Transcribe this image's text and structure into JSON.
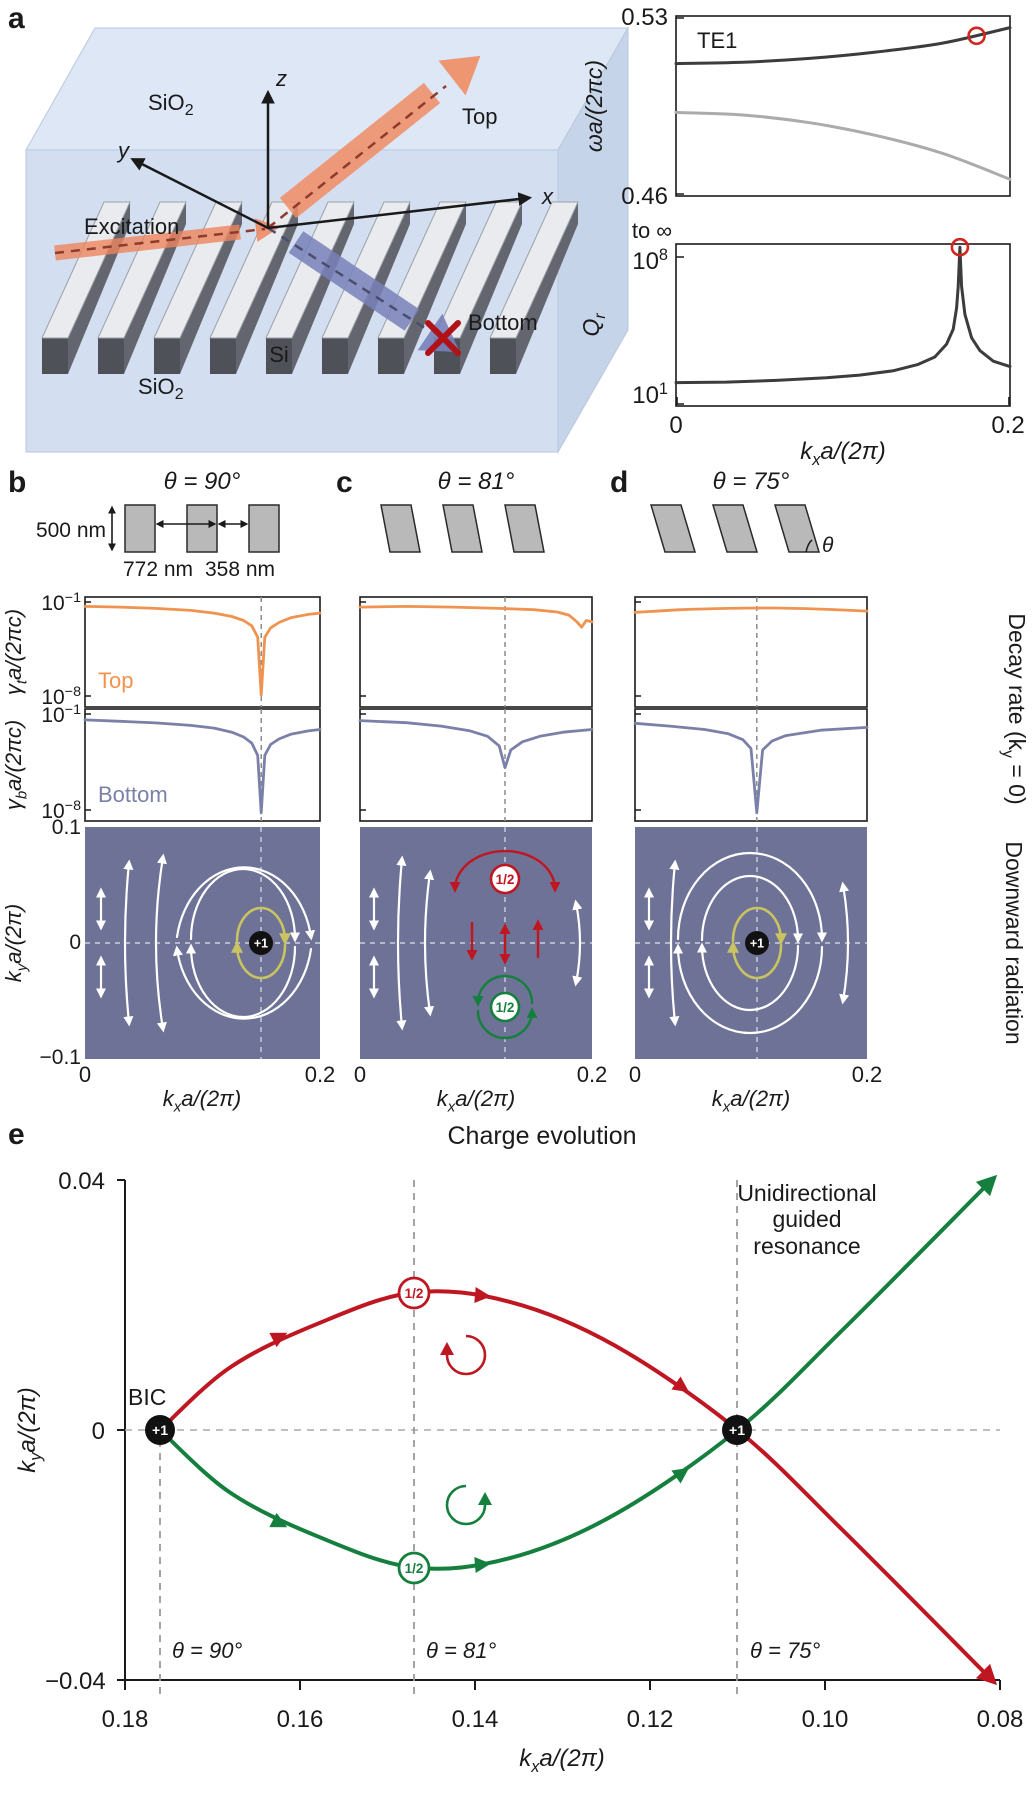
{
  "panel_labels": {
    "a": "a",
    "b": "b",
    "c": "c",
    "d": "d",
    "e": "e"
  },
  "schematic": {
    "sio2_base": "SiO",
    "sio2_sub": "2",
    "si": "Si",
    "excitation": "Excitation",
    "top_arrow": "Top",
    "bottom_arrow": "Bottom",
    "axis_x": "x",
    "axis_y": "y",
    "axis_z": "z"
  },
  "band_plot": {
    "mode_label": "TE1",
    "ylabel": "ωa/(2πc)",
    "ytick_top": "0.53",
    "ytick_bottom": "0.46"
  },
  "q_plot": {
    "to_infinity": "to ∞",
    "ytick_top_base": "10",
    "ytick_top_sup": "8",
    "ytick_bottom_base": "10",
    "ytick_bottom_sup": "1",
    "ylabel_base": "Q",
    "ylabel_sub": "r",
    "xtick_left": "0",
    "xtick_right": "0.2",
    "xlabel_base": "k",
    "xlabel_sub": "x",
    "xlabel_rest": "a/(2π)"
  },
  "columns": {
    "b": {
      "theta_title": "θ = 90°",
      "dim_height": "500 nm",
      "dim_period": "772 nm",
      "dim_width": "358 nm"
    },
    "c": {
      "theta_title": "θ = 81°"
    },
    "d": {
      "theta_title": "θ = 75°",
      "theta_symbol": "θ"
    }
  },
  "decay": {
    "ytick_top_base": "10",
    "ytick_top_sup": "−1",
    "ytick_bottom_base": "10",
    "ytick_bottom_sup": "−8",
    "ylabel_top_gamma": "γ",
    "ylabel_top_sub": "t",
    "ylabel_top_rest": "a/(2πc)",
    "ylabel_bottom_gamma": "γ",
    "ylabel_bottom_sub": "b",
    "ylabel_bottom_rest": "a/(2πc)",
    "top_curve_label": "Top",
    "bottom_curve_label": "Bottom",
    "right_label_p1": "Decay rate (k",
    "right_label_sub": "y",
    "right_label_p2": " = 0)"
  },
  "maps": {
    "ytick_top": "0.1",
    "ytick_mid": "0",
    "ytick_bottom": "−0.1",
    "ylabel_base": "k",
    "ylabel_sub": "y",
    "ylabel_rest": "a/(2π)",
    "xtick_left": "0",
    "xtick_right": "0.2",
    "xlabel_base": "k",
    "xlabel_sub": "x",
    "xlabel_rest": "a/(2π)",
    "right_label": "Downward radiation",
    "charge_plus": "+1",
    "charge_half": "1/2"
  },
  "evolution": {
    "title": "Charge evolution",
    "bic_label": "BIC",
    "ugr_lines": [
      "Unidirectional",
      "guided",
      "resonance"
    ],
    "theta_labels": [
      "θ = 90°",
      "θ = 81°",
      "θ = 75°"
    ],
    "xticks": [
      "0.18",
      "0.16",
      "0.14",
      "0.12",
      "0.10",
      "0.08"
    ],
    "yticks": [
      "0.04",
      "0",
      "−0.04"
    ],
    "xlabel_base": "k",
    "xlabel_sub": "x",
    "xlabel_rest": "a/(2π)",
    "ylabel_base": "k",
    "ylabel_sub": "y",
    "ylabel_rest": "a/(2π)",
    "charge_plus": "+1",
    "charge_half": "1/2"
  },
  "colors": {
    "orange": "#ef9350",
    "slate_blue": "#7b80a8",
    "red": "#bf1722",
    "green": "#157f3d",
    "map_bg": "#6e7296",
    "yellow": "#c9c45f",
    "dark_curve": "#3c3c3c",
    "gray_curve": "#ababab",
    "marker_red": "#d1251d"
  },
  "chart_data": [
    {
      "id": "band",
      "type": "line",
      "xlabel": "kxa/(2π)",
      "ylabel": "ωa/(2πc)",
      "xlim": [
        0,
        0.2
      ],
      "ylim": [
        0.46,
        0.53
      ],
      "series": [
        {
          "name": "TE1",
          "color": "#3c3c3c",
          "width": 3,
          "smooth": true,
          "points": [
            [
              0,
              0.5115
            ],
            [
              0.04,
              0.512
            ],
            [
              0.08,
              0.5135
            ],
            [
              0.12,
              0.516
            ],
            [
              0.16,
              0.5195
            ],
            [
              0.2,
              0.5255
            ]
          ]
        },
        {
          "name": "lower band",
          "color": "#ababab",
          "width": 3,
          "smooth": true,
          "points": [
            [
              0,
              0.4925
            ],
            [
              0.04,
              0.4915
            ],
            [
              0.08,
              0.4885
            ],
            [
              0.12,
              0.4835
            ],
            [
              0.16,
              0.4765
            ],
            [
              0.2,
              0.4665
            ]
          ]
        }
      ],
      "markers": [
        {
          "at": [
            0.18,
            0.5223
          ],
          "r": 8,
          "color": "#d1251d"
        }
      ]
    },
    {
      "id": "q",
      "type": "line",
      "ylabel": "Qr",
      "yscale": "log10-exponent",
      "xlim": [
        0,
        0.2
      ],
      "ylim": [
        1,
        8.6
      ],
      "series": [
        {
          "name": "Qr",
          "color": "#3c3c3c",
          "width": 3,
          "points": [
            [
              0,
              2.1
            ],
            [
              0.03,
              2.12
            ],
            [
              0.06,
              2.2
            ],
            [
              0.09,
              2.33
            ],
            [
              0.11,
              2.45
            ],
            [
              0.13,
              2.65
            ],
            [
              0.145,
              2.95
            ],
            [
              0.155,
              3.3
            ],
            [
              0.162,
              3.9
            ],
            [
              0.166,
              4.6
            ],
            [
              0.168,
              5.6
            ],
            [
              0.169,
              6.6
            ],
            [
              0.17,
              8.45
            ],
            [
              0.171,
              6.6
            ],
            [
              0.173,
              5.3
            ],
            [
              0.177,
              4.2
            ],
            [
              0.182,
              3.6
            ],
            [
              0.19,
              3.1
            ],
            [
              0.2,
              2.85
            ]
          ]
        }
      ],
      "markers": [
        {
          "at": [
            0.17,
            8.45
          ],
          "r": 8,
          "color": "#d1251d"
        }
      ]
    },
    {
      "id": "decay-b-top",
      "type": "line",
      "yscale": "log10-exponent",
      "xlim": [
        0,
        0.2
      ],
      "ylim": [
        -8.8,
        -0.6
      ],
      "vlines": [
        {
          "x": 0.15
        }
      ],
      "series": [
        {
          "name": "top decay θ=90",
          "color": "#ef9350",
          "width": 2.8,
          "points": [
            [
              0,
              -1.3
            ],
            [
              0.03,
              -1.35
            ],
            [
              0.06,
              -1.45
            ],
            [
              0.09,
              -1.6
            ],
            [
              0.11,
              -1.8
            ],
            [
              0.125,
              -2.05
            ],
            [
              0.135,
              -2.35
            ],
            [
              0.142,
              -2.75
            ],
            [
              0.147,
              -3.6
            ],
            [
              0.15,
              -7.9
            ],
            [
              0.153,
              -3.6
            ],
            [
              0.158,
              -2.9
            ],
            [
              0.165,
              -2.5
            ],
            [
              0.175,
              -2.15
            ],
            [
              0.19,
              -1.9
            ],
            [
              0.2,
              -1.8
            ]
          ]
        }
      ]
    },
    {
      "id": "decay-b-bottom",
      "type": "line",
      "yscale": "log10-exponent",
      "xlim": [
        0,
        0.2
      ],
      "ylim": [
        -8.8,
        -0.6
      ],
      "vlines": [
        {
          "x": 0.15
        }
      ],
      "series": [
        {
          "name": "bottom decay θ=90",
          "color": "#7b80a8",
          "width": 2.8,
          "points": [
            [
              0,
              -1.4
            ],
            [
              0.03,
              -1.5
            ],
            [
              0.06,
              -1.62
            ],
            [
              0.09,
              -1.8
            ],
            [
              0.11,
              -2.0
            ],
            [
              0.125,
              -2.3
            ],
            [
              0.135,
              -2.65
            ],
            [
              0.142,
              -3.1
            ],
            [
              0.147,
              -4.0
            ],
            [
              0.15,
              -8.2
            ],
            [
              0.153,
              -4.0
            ],
            [
              0.158,
              -3.2
            ],
            [
              0.165,
              -2.8
            ],
            [
              0.175,
              -2.45
            ],
            [
              0.19,
              -2.2
            ],
            [
              0.2,
              -2.1
            ]
          ]
        }
      ]
    },
    {
      "id": "decay-c-top",
      "type": "line",
      "yscale": "log10-exponent",
      "xlim": [
        0,
        0.2
      ],
      "ylim": [
        -8.8,
        -0.6
      ],
      "vlines": [
        {
          "x": 0.125
        }
      ],
      "series": [
        {
          "name": "top decay θ=81",
          "color": "#ef9350",
          "width": 2.8,
          "points": [
            [
              0,
              -1.35
            ],
            [
              0.04,
              -1.3
            ],
            [
              0.08,
              -1.35
            ],
            [
              0.12,
              -1.45
            ],
            [
              0.15,
              -1.55
            ],
            [
              0.17,
              -1.72
            ],
            [
              0.18,
              -1.95
            ],
            [
              0.187,
              -2.45
            ],
            [
              0.191,
              -2.85
            ],
            [
              0.195,
              -2.35
            ],
            [
              0.2,
              -2.45
            ]
          ]
        }
      ]
    },
    {
      "id": "decay-c-bottom",
      "type": "line",
      "yscale": "log10-exponent",
      "xlim": [
        0,
        0.2
      ],
      "ylim": [
        -8.8,
        -0.6
      ],
      "vlines": [
        {
          "x": 0.125
        }
      ],
      "series": [
        {
          "name": "bottom decay θ=81",
          "color": "#7b80a8",
          "width": 2.8,
          "points": [
            [
              0,
              -1.45
            ],
            [
              0.04,
              -1.6
            ],
            [
              0.07,
              -1.85
            ],
            [
              0.095,
              -2.2
            ],
            [
              0.11,
              -2.6
            ],
            [
              0.12,
              -3.3
            ],
            [
              0.125,
              -4.9
            ],
            [
              0.13,
              -3.6
            ],
            [
              0.14,
              -3.0
            ],
            [
              0.155,
              -2.6
            ],
            [
              0.175,
              -2.3
            ],
            [
              0.2,
              -2.1
            ]
          ]
        }
      ]
    },
    {
      "id": "decay-d-top",
      "type": "line",
      "yscale": "log10-exponent",
      "xlim": [
        0,
        0.2
      ],
      "ylim": [
        -8.8,
        -0.6
      ],
      "vlines": [
        {
          "x": 0.105
        }
      ],
      "series": [
        {
          "name": "top decay θ=75",
          "color": "#ef9350",
          "width": 2.8,
          "smooth": true,
          "points": [
            [
              0,
              -1.75
            ],
            [
              0.04,
              -1.55
            ],
            [
              0.08,
              -1.45
            ],
            [
              0.12,
              -1.42
            ],
            [
              0.16,
              -1.5
            ],
            [
              0.2,
              -1.65
            ]
          ]
        }
      ]
    },
    {
      "id": "decay-d-bottom",
      "type": "line",
      "yscale": "log10-exponent",
      "xlim": [
        0,
        0.2
      ],
      "ylim": [
        -8.8,
        -0.6
      ],
      "vlines": [
        {
          "x": 0.105
        }
      ],
      "series": [
        {
          "name": "bottom decay θ=75",
          "color": "#7b80a8",
          "width": 2.8,
          "points": [
            [
              0,
              -1.65
            ],
            [
              0.03,
              -1.85
            ],
            [
              0.06,
              -2.1
            ],
            [
              0.08,
              -2.4
            ],
            [
              0.093,
              -2.85
            ],
            [
              0.1,
              -3.5
            ],
            [
              0.105,
              -8.2
            ],
            [
              0.11,
              -3.6
            ],
            [
              0.118,
              -2.95
            ],
            [
              0.13,
              -2.55
            ],
            [
              0.16,
              -2.15
            ],
            [
              0.2,
              -1.95
            ]
          ]
        }
      ]
    },
    {
      "id": "evolution",
      "type": "line",
      "title": "Charge evolution",
      "xlim": [
        0.18,
        0.08
      ],
      "ylim": [
        -0.04,
        0.04
      ],
      "series": [
        {
          "name": "upper half-charge path (red)",
          "color": "#bf1722",
          "width": 4,
          "smooth": true,
          "points": [
            [
              0.176,
              0
            ],
            [
              0.168,
              0.01
            ],
            [
              0.158,
              0.017
            ],
            [
              0.147,
              0.022
            ],
            [
              0.136,
              0.0205
            ],
            [
              0.124,
              0.0135
            ],
            [
              0.11,
              0
            ],
            [
              0.098,
              -0.016
            ],
            [
              0.082,
              -0.0385
            ]
          ]
        },
        {
          "name": "lower half-charge path (green)",
          "color": "#157f3d",
          "width": 4,
          "smooth": true,
          "points": [
            [
              0.176,
              0
            ],
            [
              0.168,
              -0.01
            ],
            [
              0.158,
              -0.017
            ],
            [
              0.147,
              -0.022
            ],
            [
              0.136,
              -0.0205
            ],
            [
              0.124,
              -0.0135
            ],
            [
              0.11,
              0
            ],
            [
              0.098,
              0.016
            ],
            [
              0.082,
              0.0385
            ]
          ]
        }
      ],
      "annotations": [
        {
          "at": [
            0.176,
            0
          ],
          "text": "+1 BIC"
        },
        {
          "at": [
            0.147,
            0.022
          ],
          "text": "1/2"
        },
        {
          "at": [
            0.147,
            -0.022
          ],
          "text": "1/2"
        },
        {
          "at": [
            0.11,
            0
          ],
          "text": "+1 unidirectional guided resonance"
        }
      ]
    }
  ]
}
